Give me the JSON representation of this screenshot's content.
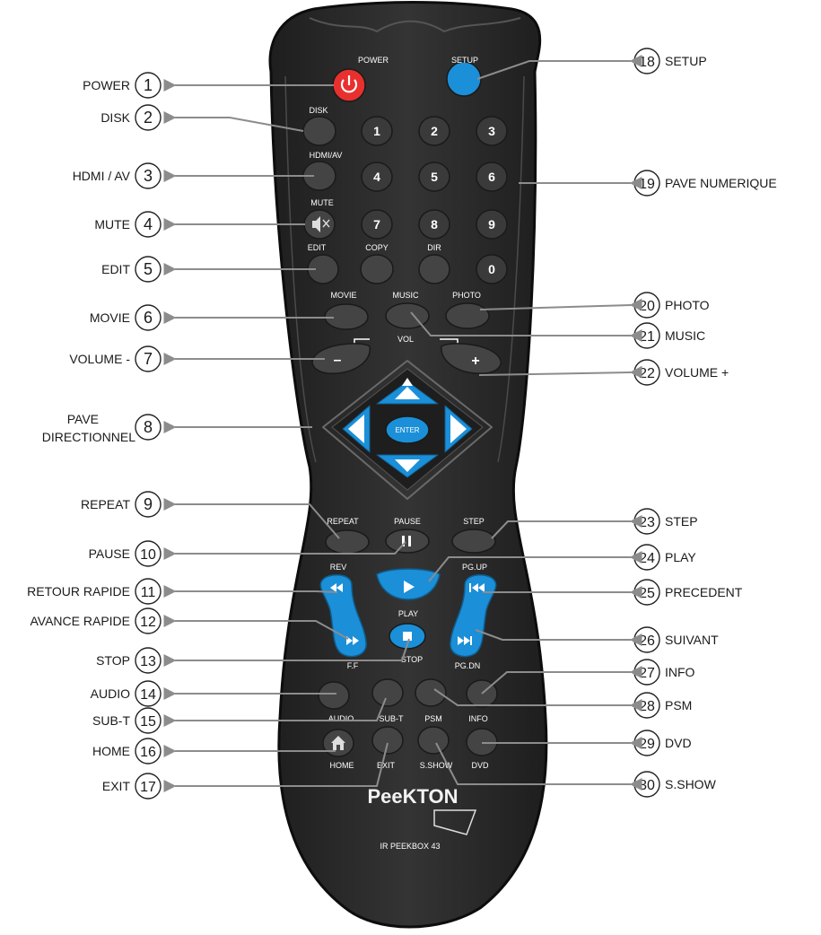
{
  "remote": {
    "labels": {
      "power": "POWER",
      "setup": "SETUP",
      "disk": "DISK",
      "hdmi_av": "HDMI/AV",
      "mute": "MUTE",
      "edit": "EDIT",
      "copy": "COPY",
      "dir": "DIR",
      "movie": "MOVIE",
      "music": "MUSIC",
      "photo": "PHOTO",
      "vol": "VOL",
      "vol_minus": "–",
      "vol_plus": "+",
      "enter": "ENTER",
      "repeat": "REPEAT",
      "pause": "PAUSE",
      "step": "STEP",
      "rev": "REV",
      "pg_up": "PG.UP",
      "play": "PLAY",
      "ff": "F.F",
      "stop": "STOP",
      "pg_dn": "PG.DN",
      "audio": "AUDIO",
      "sub_t": "SUB-T",
      "psm": "PSM",
      "info": "INFO",
      "home": "HOME",
      "exit": "EXIT",
      "s_show": "S.SHOW",
      "dvd": "DVD"
    },
    "digits": [
      "1",
      "2",
      "3",
      "4",
      "5",
      "6",
      "7",
      "8",
      "9",
      "0"
    ],
    "brand": "PeeKTON",
    "model": "IR PEEKBOX 43"
  },
  "callouts_left": [
    {
      "num": "1",
      "label": "POWER"
    },
    {
      "num": "2",
      "label": "DISK"
    },
    {
      "num": "3",
      "label": "HDMI / AV"
    },
    {
      "num": "4",
      "label": "MUTE"
    },
    {
      "num": "5",
      "label": "EDIT"
    },
    {
      "num": "6",
      "label": "MOVIE"
    },
    {
      "num": "7",
      "label": "VOLUME -"
    },
    {
      "num": "8",
      "label": "PAVE",
      "label2": "DIRECTIONNEL"
    },
    {
      "num": "9",
      "label": "REPEAT"
    },
    {
      "num": "10",
      "label": "PAUSE"
    },
    {
      "num": "11",
      "label": "RETOUR RAPIDE"
    },
    {
      "num": "12",
      "label": "AVANCE RAPIDE"
    },
    {
      "num": "13",
      "label": "STOP"
    },
    {
      "num": "14",
      "label": "AUDIO"
    },
    {
      "num": "15",
      "label": "SUB-T"
    },
    {
      "num": "16",
      "label": "HOME"
    },
    {
      "num": "17",
      "label": "EXIT"
    }
  ],
  "callouts_right": [
    {
      "num": "18",
      "label": "SETUP"
    },
    {
      "num": "19",
      "label": "PAVE NUMERIQUE"
    },
    {
      "num": "20",
      "label": "PHOTO"
    },
    {
      "num": "21",
      "label": "MUSIC"
    },
    {
      "num": "22",
      "label": "VOLUME +"
    },
    {
      "num": "23",
      "label": "STEP"
    },
    {
      "num": "24",
      "label": "PLAY"
    },
    {
      "num": "25",
      "label": "PRECEDENT"
    },
    {
      "num": "26",
      "label": "SUIVANT"
    },
    {
      "num": "27",
      "label": "INFO"
    },
    {
      "num": "28",
      "label": "PSM"
    },
    {
      "num": "29",
      "label": "DVD"
    },
    {
      "num": "30",
      "label": "S.SHOW"
    }
  ],
  "colors": {
    "body": "#2b2b2b",
    "body_edge": "#111111",
    "button": "#444444",
    "button_edge": "#1a1a1a",
    "accent_blue": "#1b8fd8",
    "power_red": "#e8302f",
    "leader": "#8c8c8c",
    "text": "#1a1a1a"
  },
  "icons": {
    "power": "power-icon",
    "mute": "speaker-mute-icon",
    "home": "home-icon",
    "pause": "pause-icon",
    "play": "play-icon",
    "stop": "stop-icon",
    "rev": "rewind-icon",
    "ff": "fast-forward-icon",
    "prev": "skip-previous-icon",
    "next": "skip-next-icon"
  }
}
